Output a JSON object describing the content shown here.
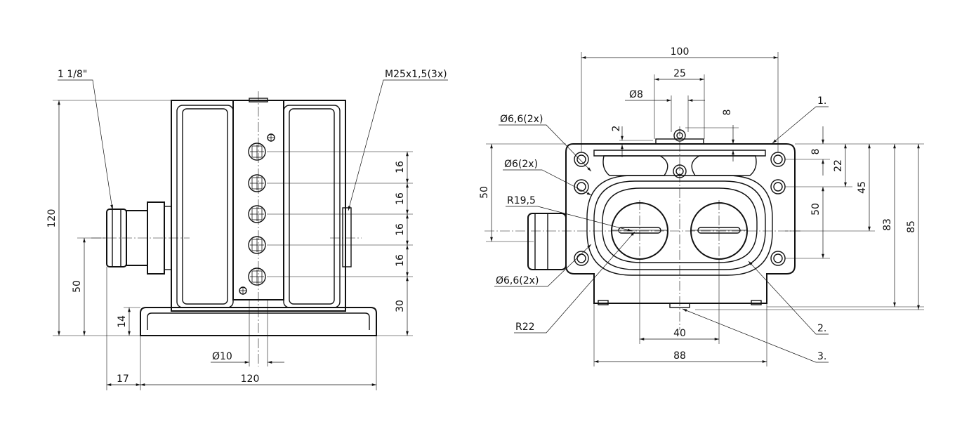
{
  "side_view": {
    "thread_label": "1 1/8\"",
    "cable_gland_label": "M25x1,5(3x)",
    "height_total": "120",
    "height_axis": "50",
    "base_height": "14",
    "spacing_1": "16",
    "spacing_2": "16",
    "spacing_3": "16",
    "spacing_4": "16",
    "spacing_bottom": "30",
    "shaft_diameter": "Ø10",
    "gland_offset": "17",
    "base_width": "120"
  },
  "front_view": {
    "width_total": "100",
    "width_25": "25",
    "diameter_8": "Ø8",
    "dim_8_top": "8",
    "dim_2": "2",
    "hole_top_label": "Ø6,6(2x)",
    "hole_mid_label": "Ø6(2x)",
    "hole_bottom_label": "Ø6,6(2x)",
    "radius_19_5": "R19,5",
    "radius_22": "R22",
    "height_50_left": "50",
    "dim_8_right": "8",
    "dim_22": "22",
    "dim_45": "45",
    "dim_50_right": "50",
    "dim_83": "83",
    "dim_85": "85",
    "spacing_40": "40",
    "spacing_88": "88",
    "callout_1": "1.",
    "callout_2": "2.",
    "callout_3": "3."
  }
}
